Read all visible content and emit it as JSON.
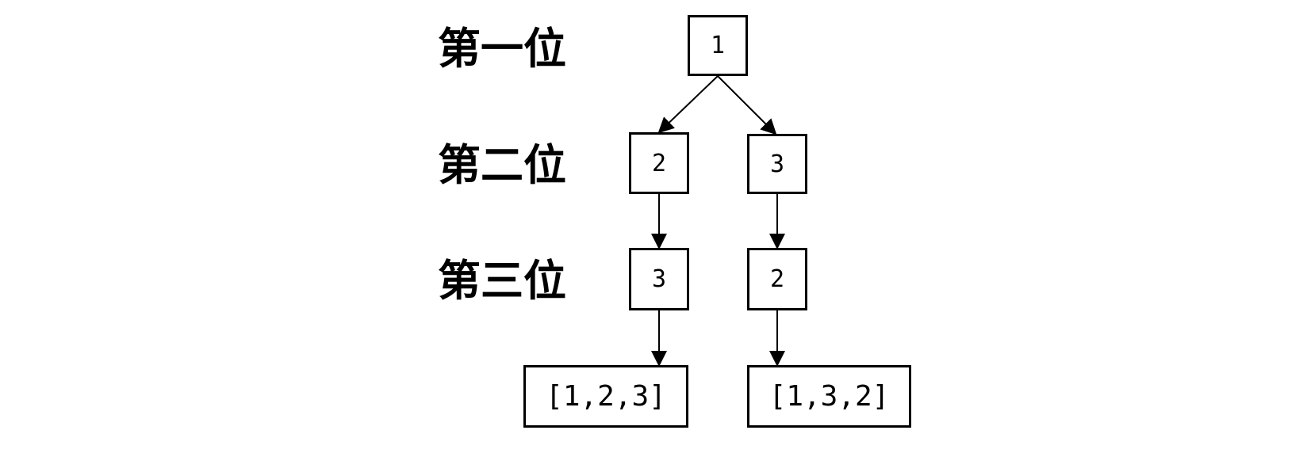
{
  "levels": [
    {
      "label": "第一位"
    },
    {
      "label": "第二位"
    },
    {
      "label": "第三位"
    }
  ],
  "nodes": {
    "root": "1",
    "left_second": "2",
    "right_second": "3",
    "left_third": "3",
    "right_third": "2",
    "left_result": "[1,2,3]",
    "right_result": "[1,3,2]"
  },
  "colors": {
    "stroke": "#000000",
    "background": "#ffffff"
  }
}
